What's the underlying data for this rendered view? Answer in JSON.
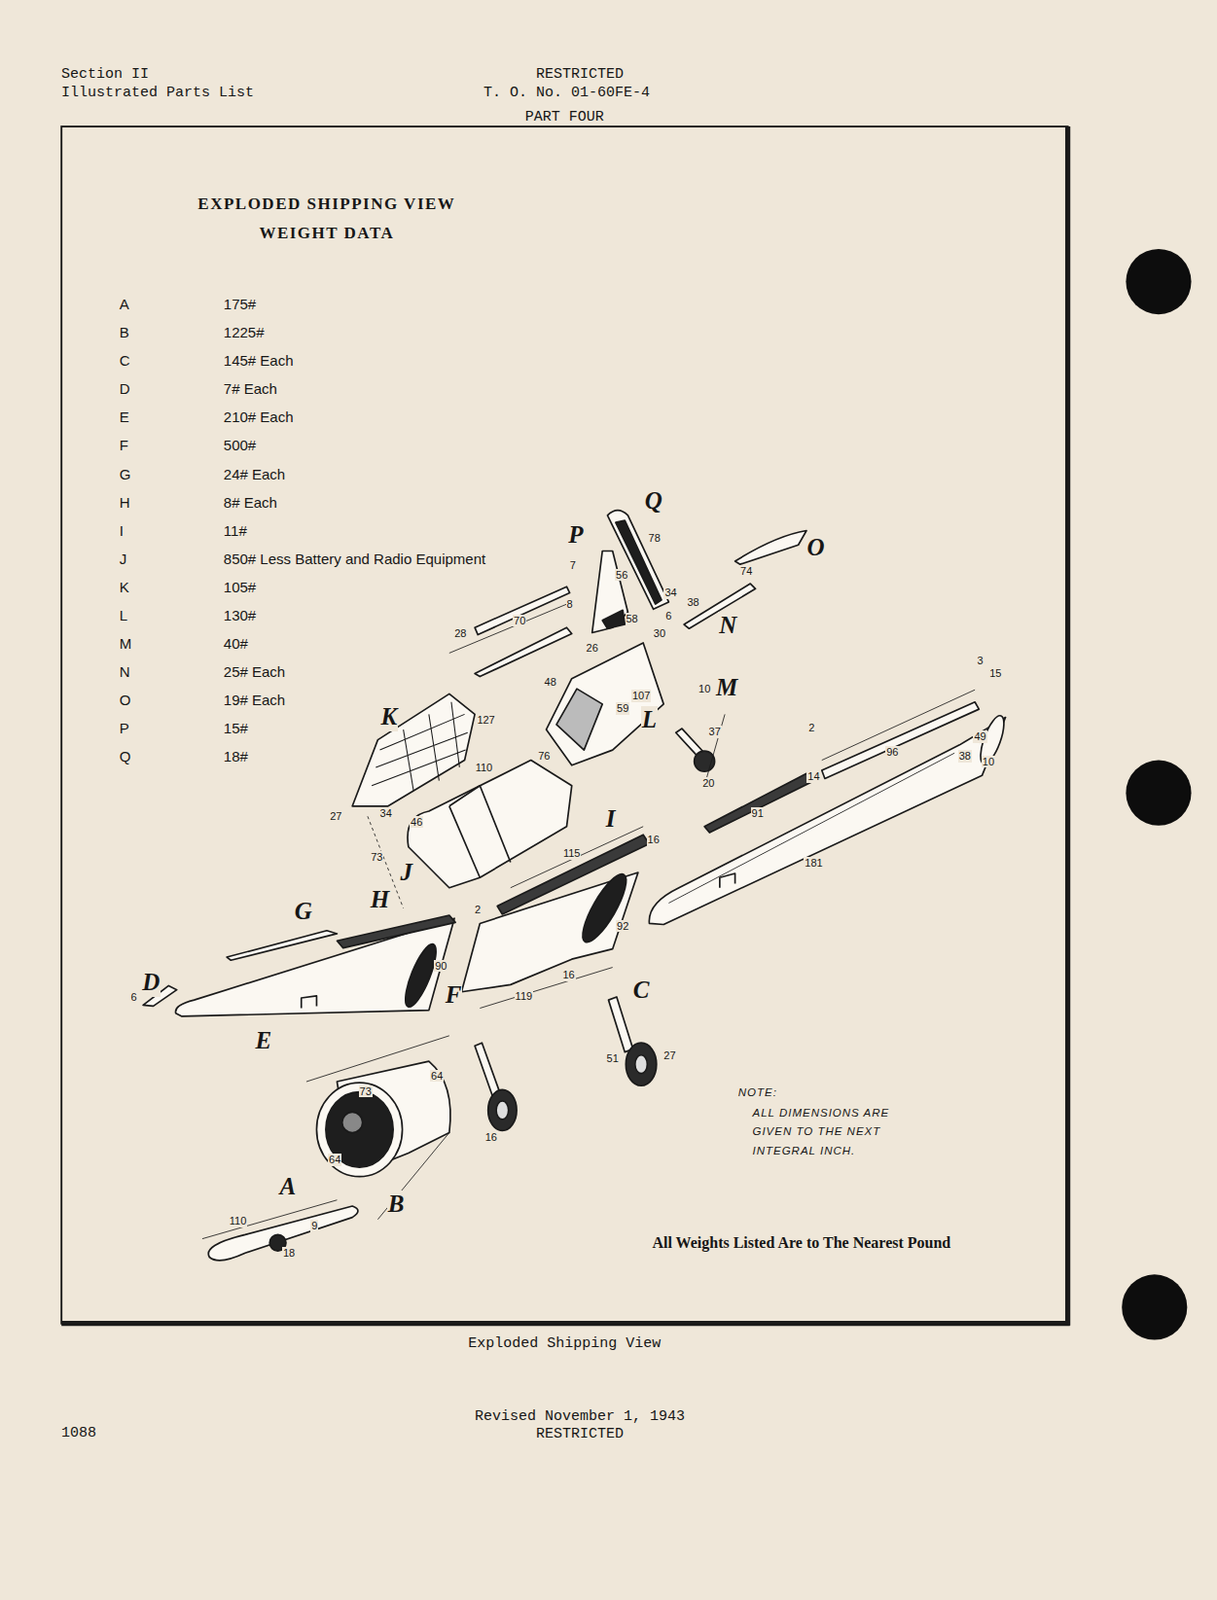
{
  "diagram": {
    "caption": "Exploded Shipping View",
    "labels": [
      "Section II",
      "Illustrated Parts List",
      "RESTRICTED",
      "T. O. No. 01-60FE-4",
      "PART FOUR",
      "EXPLODED SHIPPING VIEW",
      "WEIGHT DATA",
      "A",
      "175#",
      "B",
      "1225#",
      "C",
      "145# Each",
      "D",
      "7# Each",
      "E",
      "210# Each",
      "F",
      "500#",
      "G",
      "24# Each",
      "H",
      "8# Each",
      "I",
      "11#",
      "J",
      "850# Less Battery and Radio Equipment",
      "K",
      "105#",
      "L",
      "130#",
      "M",
      "40#",
      "N",
      "25# Each",
      "O",
      "19# Each",
      "P",
      "15#",
      "Q",
      "18#",
      "A",
      "B",
      "110",
      "9",
      "18",
      "73",
      "64",
      "64",
      "16",
      "C",
      "51",
      "27",
      "D",
      "6",
      "E",
      "90",
      "F",
      "G",
      "H",
      "J",
      "73",
      "27",
      "34",
      "K",
      "127",
      "46",
      "110",
      "76",
      "2",
      "115",
      "I",
      "16",
      "92",
      "16",
      "119",
      "181",
      "91",
      "14",
      "2",
      "96",
      "3",
      "15",
      "49",
      "10",
      "38",
      "M",
      "10",
      "37",
      "20",
      "L",
      "107",
      "59",
      "48",
      "30",
      "P",
      "Q",
      "78",
      "7",
      "56",
      "8",
      "58",
      "26",
      "34",
      "6",
      "38",
      "74",
      "N",
      "O",
      "28",
      "70",
      "NOTE:",
      "ALL DIMENSIONS ARE GIVEN TO THE NEXT INTEGRAL INCH.",
      "All Weights Listed Are to The Nearest Pound",
      "1088",
      "Revised November 1, 1943",
      "RESTRICTED"
    ]
  }
}
